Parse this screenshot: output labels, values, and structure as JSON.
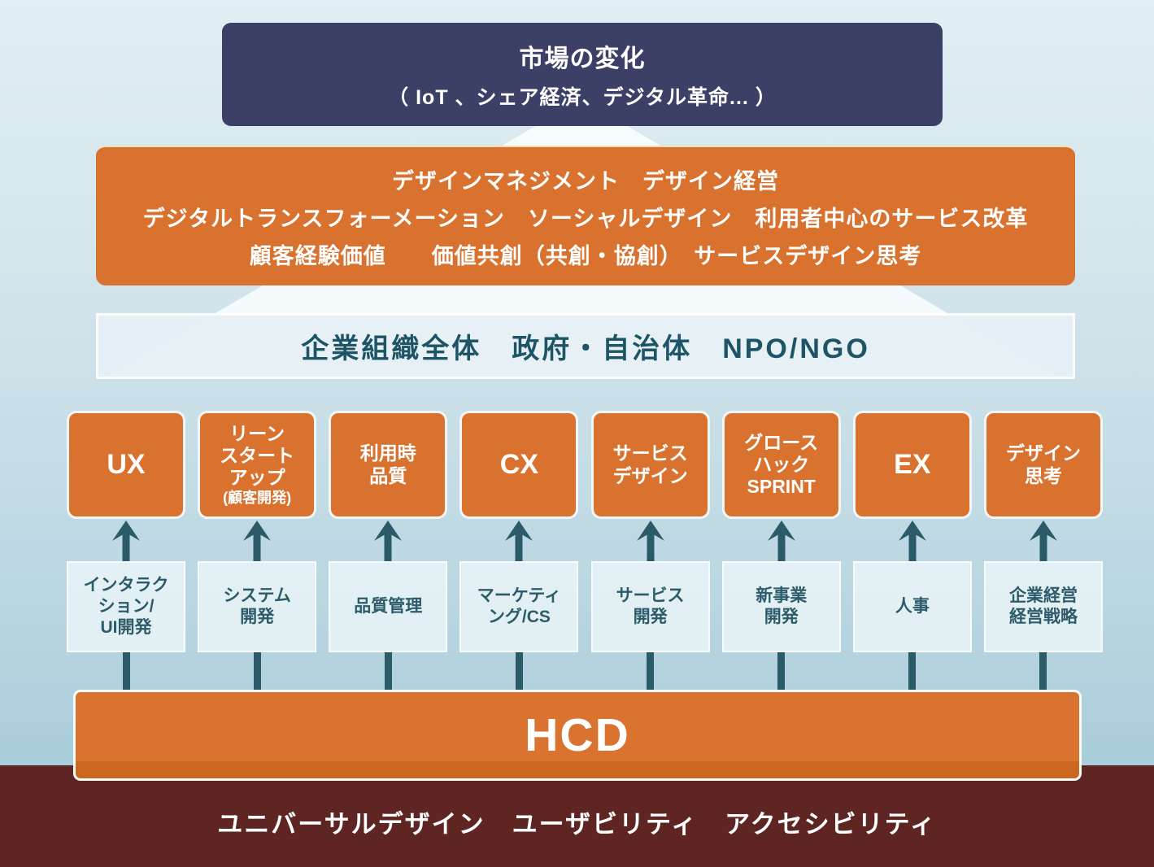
{
  "top_box": {
    "title": "市場の変化",
    "subtitle": "（ IoT 、シェア経済、デジタル革命... ）"
  },
  "management_box": {
    "lines": [
      "デザインマネジメント　デザイン経営",
      "デジタルトランスフォーメーション　ソーシャルデザイン　利用者中心のサービス改革",
      "顧客経験価値　　価値共創（共創・協創）　サービスデザイン思考"
    ]
  },
  "org_box": {
    "label": "企業組織全体　政府・自治体　NPO/NGO"
  },
  "columns": [
    {
      "method": "UX",
      "department": "インタラク\nション/\nUI開発"
    },
    {
      "method": "リーン\nスタート\nアップ",
      "method_sub": "(顧客開発)",
      "department": "システム\n開発"
    },
    {
      "method": "利用時\n品質",
      "department": "品質管理"
    },
    {
      "method": "CX",
      "department": "マーケティ\nング/CS"
    },
    {
      "method": "サービス\nデザイン",
      "department": "サービス\n開発"
    },
    {
      "method": "グロース\nハック\nSPRINT",
      "department": "新事業\n開発"
    },
    {
      "method": "EX",
      "department": "人事"
    },
    {
      "method": "デザイン\n思考",
      "department": "企業経営\n経営戦略"
    }
  ],
  "hcd_bar": {
    "label": "HCD"
  },
  "foundation_bar": {
    "label": "ユニバーサルデザイン　ユーザビリティ　アクセシビリティ"
  },
  "colors": {
    "accent_orange": "#D9722E",
    "navy": "#3C4067",
    "teal_arrow": "#2B5A68",
    "maroon": "#5E2523",
    "light_panel": "#E6F0F5"
  }
}
